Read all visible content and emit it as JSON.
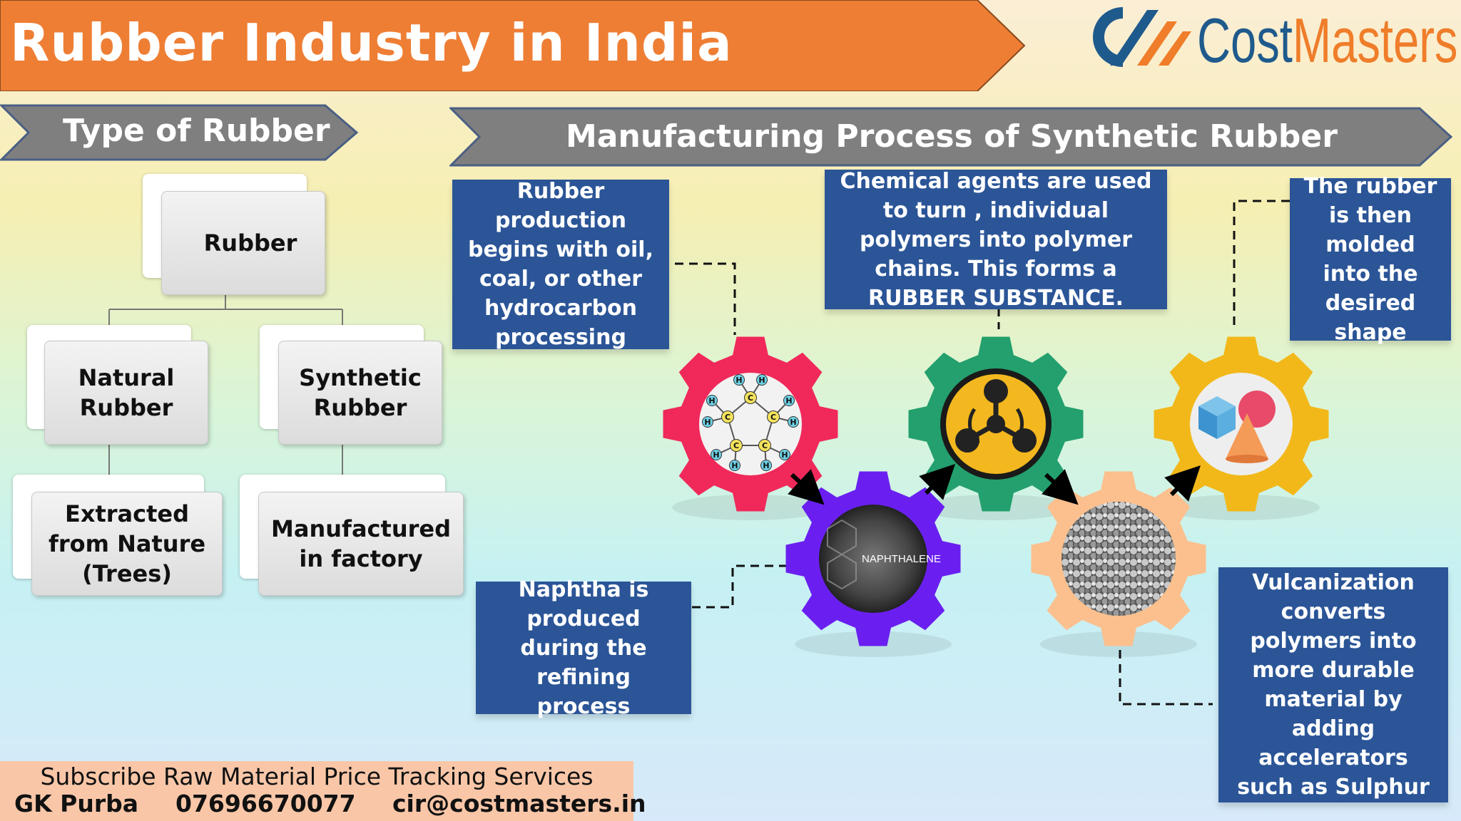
{
  "title": "Rubber Industry in India",
  "logo": {
    "part1": "Cost",
    "part2": "Masters"
  },
  "sections": {
    "types": "Type of Rubber",
    "process": "Manufacturing Process of Synthetic Rubber"
  },
  "tree": {
    "root": "Rubber",
    "natural": "Natural Rubber",
    "synthetic": "Synthetic Rubber",
    "natural_detail": "Extracted from Nature (Trees)",
    "synthetic_detail": "Manufactured in factory"
  },
  "steps": {
    "oil": "Rubber production begins with oil, coal, or other hydrocarbon processing",
    "naphtha": "Naphtha is produced during the refining process",
    "chemical": "Chemical agents are used to turn , individual polymers into polymer chains. This forms a RUBBER SUBSTANCE.",
    "vulcanization": "Vulcanization converts polymers into more durable material by adding accelerators such as Sulphur",
    "molded": "The rubber is then molded into the desired shape"
  },
  "gear_label": "NAPHTHALENE",
  "atom_labels": {
    "carbon": "C",
    "hydrogen": "H"
  },
  "footer": {
    "headline": "Subscribe Raw Material Price Tracking Services",
    "name": "GK Purba",
    "phone": "07696670077",
    "email": "cir@costmasters.in"
  },
  "colors": {
    "banner_orange": "#ee7e34",
    "section_gray": "#7f7f7f",
    "box_blue": "#2b5597",
    "gear_red": "#f0295a",
    "gear_purple": "#6a1ff0",
    "gear_green": "#23a06d",
    "gear_peach": "#fbc08e",
    "gear_yellow": "#f2b81a"
  }
}
